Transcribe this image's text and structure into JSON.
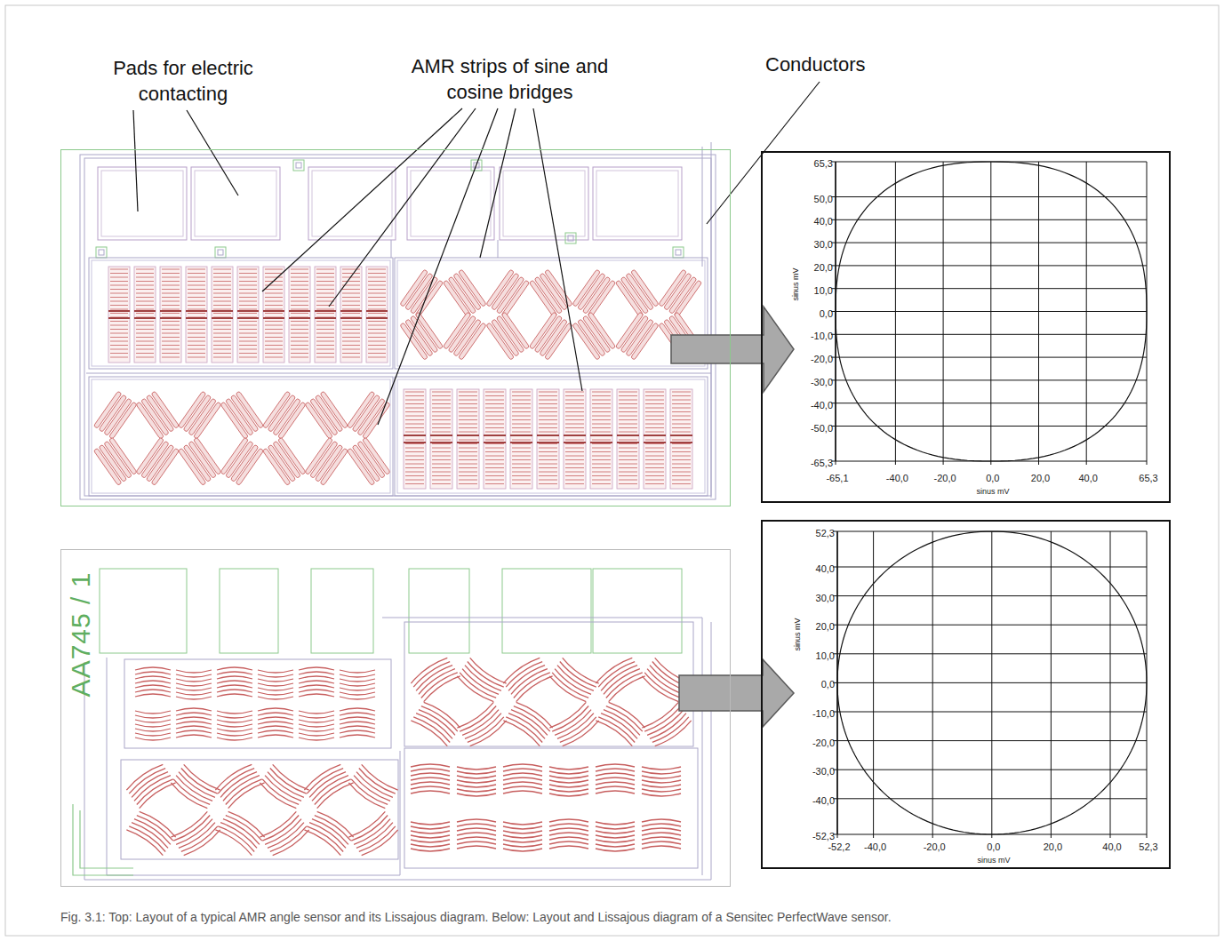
{
  "diagram": {
    "caption": "Fig. 3.1: Top: Layout of a typical AMR angle sensor and its Lissajous diagram. Below: Layout and Lissajous diagram of a Sensitec PerfectWave sensor.",
    "nodes": [
      {
        "text": [
          "Pads for electric contacting",
          "AMR strips of sine and cosine bridges",
          "Conductors"
        ]
      },
      {
        "text": [
          "65,3",
          "50,0",
          "40,0",
          "30,0",
          "20,0",
          "10,0",
          "0,0",
          "-10,0",
          "-20,0",
          "-30,0",
          "-40,0",
          "-50,0",
          "-65,3",
          "-65,1",
          "-40,0",
          "-20,0",
          "0,0",
          "20,0",
          "40,0",
          "65,3",
          "sinus mV",
          "sinus mV"
        ]
      },
      {
        "text": [
          "AA745 / 1"
        ]
      },
      {
        "text": [
          "52,3",
          "40,0",
          "30,0",
          "20,0",
          "10,0",
          "0,0",
          "-10,0",
          "-20,0",
          "-30,0",
          "-40,0",
          "-52,3",
          "-52,2",
          "-40,0",
          "-20,0",
          "0,0",
          "20,0",
          "40,0",
          "52,3",
          "sinus mV",
          "sinus mV"
        ]
      }
    ],
    "edges": [
      {
        "from": 0,
        "to": 1,
        "arrow": "to"
      },
      {
        "from": 2,
        "to": 3,
        "arrow": "to"
      }
    ]
  }
}
